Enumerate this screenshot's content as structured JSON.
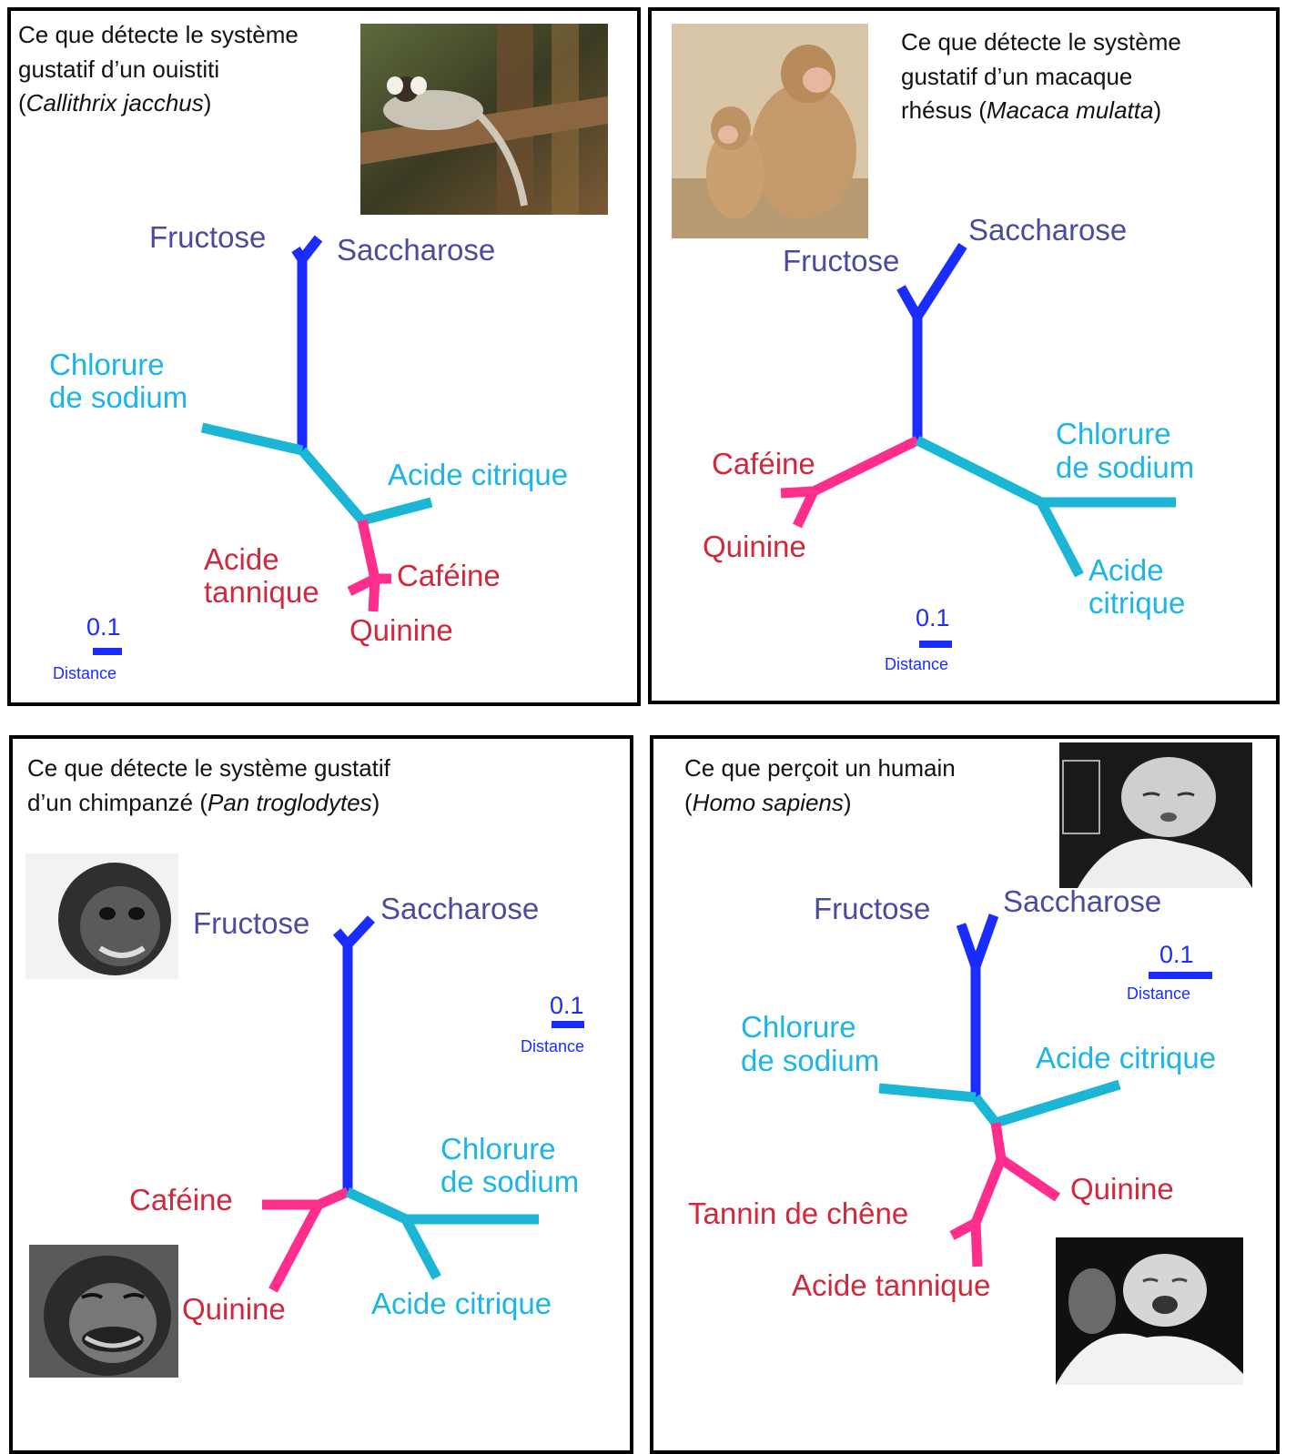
{
  "colors": {
    "sweet": "#1a2cff",
    "salty_acid": "#1bb5d6",
    "bitter": "#ff2d8c",
    "sweet_label": "#4b4b9e",
    "salty_label": "#1bb5e6",
    "bitter_label": "#d0283c",
    "scale": "#1a2cff"
  },
  "panels": [
    {
      "title": "Ce que détecte le système gustatif d’un ouistiti",
      "species_open": "(",
      "species": "Callithrix jacchus",
      "species_close": ")",
      "photo": "marmoset-photo",
      "labels": {
        "fructose": "Fructose",
        "saccharose": "Saccharose",
        "chlorure_1": "Chlorure",
        "chlorure_2": "de sodium",
        "acide_citrique": "Acide citrique",
        "acide_tannique_1": "Acide",
        "acide_tannique_2": "tannique",
        "cafeine": "Caféine",
        "quinine": "Quinine"
      },
      "scale_value": "0.1",
      "scale_label": "Distance"
    },
    {
      "title_1": "Ce que détecte le système",
      "title_2": "gustatif d’un macaque",
      "title_3_pre": "rhésus (",
      "species": "Macaca mulatta",
      "species_close": ")",
      "photo": "macaque-photo",
      "labels": {
        "fructose": "Fructose",
        "saccharose": "Saccharose",
        "chlorure_1": "Chlorure",
        "chlorure_2": "de sodium",
        "acide_citrique_1": "Acide",
        "acide_citrique_2": "citrique",
        "cafeine": "Caféine",
        "quinine": "Quinine"
      },
      "scale_value": "0.1",
      "scale_label": "Distance"
    },
    {
      "title_1": "Ce que détecte le système gustatif",
      "title_2_pre": "d’un chimpanzé (",
      "species": "Pan troglodytes",
      "species_close": ")",
      "photo_1": "chimpanzee-photo",
      "photo_2": "chimpanzee-grimace-photo",
      "labels": {
        "fructose": "Fructose",
        "saccharose": "Saccharose",
        "chlorure_1": "Chlorure",
        "chlorure_2": "de sodium",
        "acide_citrique": "Acide citrique",
        "cafeine": "Caféine",
        "quinine": "Quinine"
      },
      "scale_value": "0.1",
      "scale_label": "Distance"
    },
    {
      "title_1": "Ce que perçoit un humain",
      "species_open": "(",
      "species": "Homo sapiens",
      "species_close": ")",
      "photo_1": "infant-sleeping-photo",
      "photo_2": "infant-crying-photo",
      "labels": {
        "fructose": "Fructose",
        "saccharose": "Saccharose",
        "chlorure_1": "Chlorure",
        "chlorure_2": "de sodium",
        "acide_citrique": "Acide citrique",
        "quinine": "Quinine",
        "tannin": "Tannin de chêne",
        "acide_tannique": "Acide tannique"
      },
      "scale_value": "0.1",
      "scale_label": "Distance"
    }
  ]
}
